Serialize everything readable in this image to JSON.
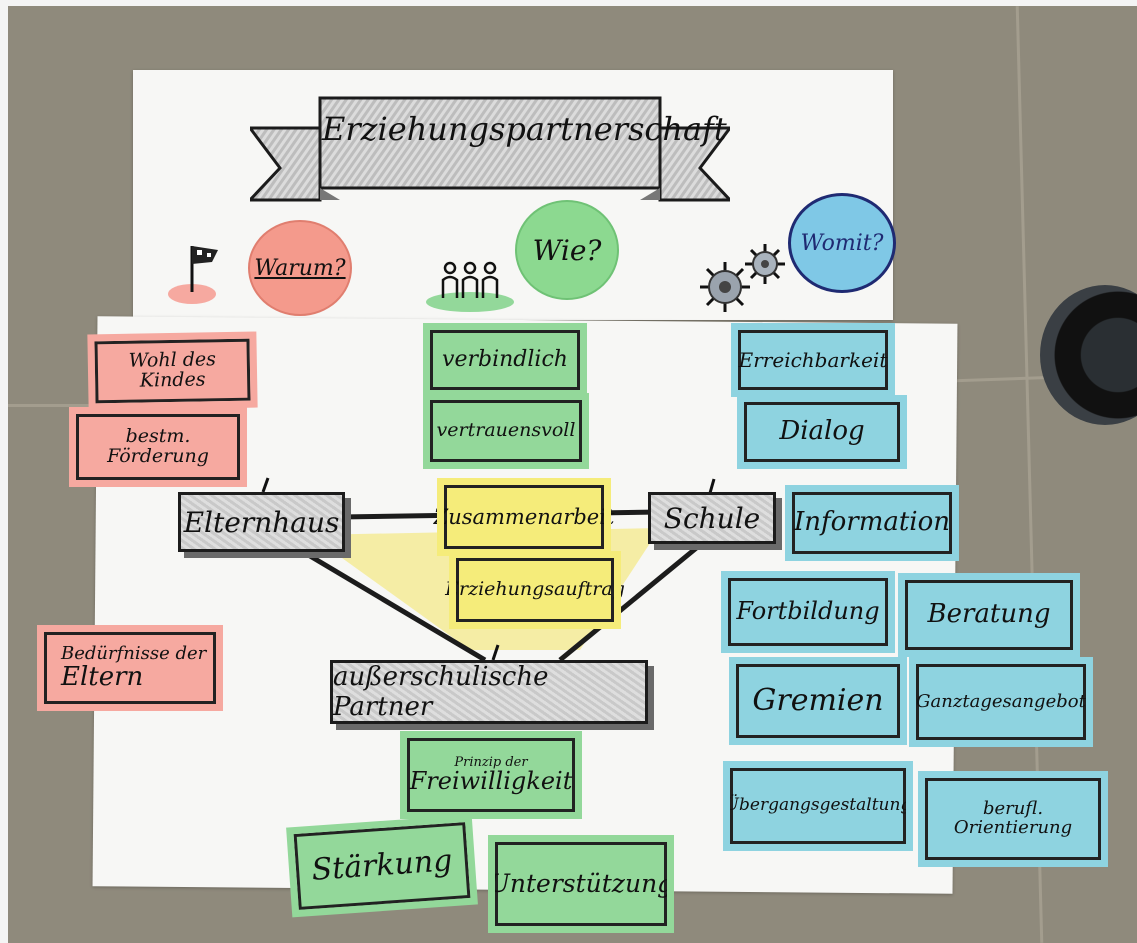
{
  "banner": {
    "title": "Erziehungspartnerschaft"
  },
  "circles": {
    "warum": "Warum?",
    "wie": "Wie?",
    "womit": "Womit?"
  },
  "pink_cards": {
    "wohl": "Wohl des Kindes",
    "foerderung": "bestm. Förderung",
    "beduerfnisse_line1": "Bedürfnisse der",
    "beduerfnisse_line2": "Eltern"
  },
  "green_cards": {
    "verbindlich": "verbindlich",
    "vertrauensvoll": "vertrauensvoll",
    "prinzip_small": "Prinzip der",
    "freiwilligkeit": "Freiwilligkeit",
    "staerkung": "Stärkung",
    "unterstuetzung": "Unterstützung"
  },
  "blue_cards": {
    "erreichbarkeit": "Erreichbarkeit",
    "dialog": "Dialog",
    "information": "Information",
    "fortbildung": "Fortbildung",
    "beratung": "Beratung",
    "gremien": "Gremien",
    "ganztag": "Ganztagesangebot",
    "uebergang": "Übergangsgestaltung",
    "orientierung": "berufl. Orientierung"
  },
  "yellow_cards": {
    "zusammenarbeit": "Zusammenarbeit",
    "erziehungsauftrag": "Erziehungsauftrag"
  },
  "triangle_nodes": {
    "elternhaus": "Elternhaus",
    "schule": "Schule",
    "partner": "außerschulische Partner"
  },
  "colors": {
    "pink": "#f6a9a0",
    "green": "#93d89a",
    "blue": "#8ed3e0",
    "yellow": "#f5ec7a",
    "circle_warum": "#f49a8c",
    "circle_wie": "#8cd990",
    "circle_womit": "#7fc8e6"
  },
  "icons": [
    "flag-icon",
    "people-icon",
    "gears-icon"
  ]
}
